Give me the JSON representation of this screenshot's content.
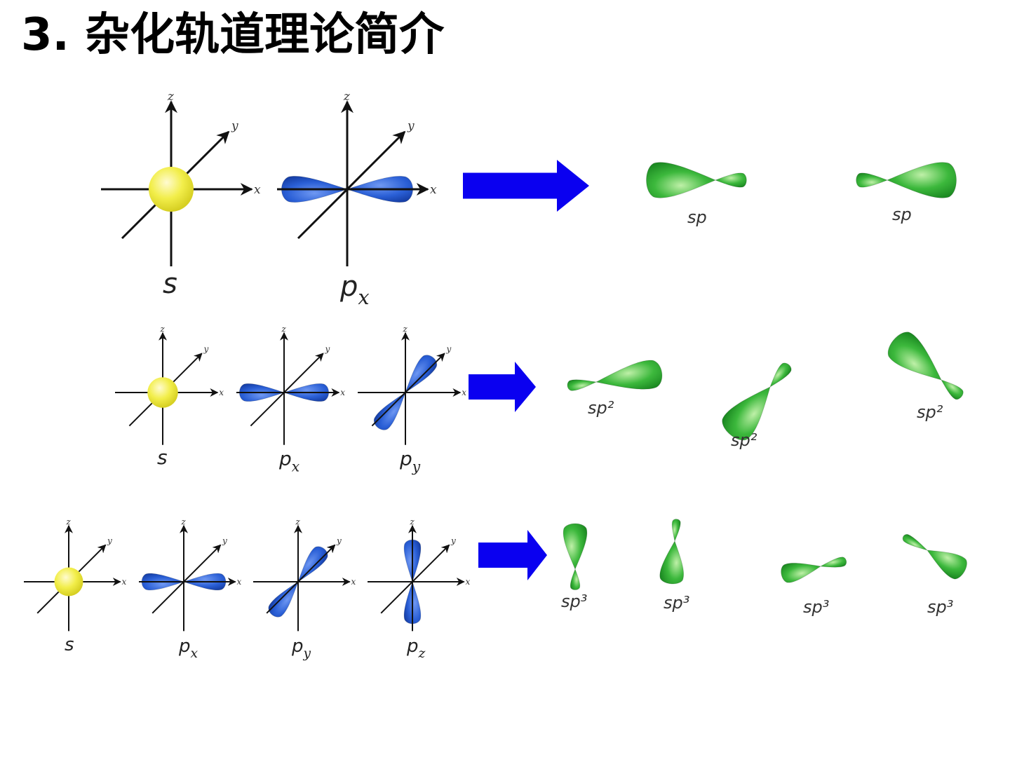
{
  "title": "3. 杂化轨道理论简介",
  "axis_labels": {
    "x": "x",
    "y": "y",
    "z": "z"
  },
  "row1": {
    "orbitals": [
      {
        "letter": "s",
        "sub": ""
      },
      {
        "letter": "p",
        "sub": "x"
      }
    ],
    "hybrids": [
      "sp",
      "sp"
    ]
  },
  "row2": {
    "orbitals": [
      {
        "letter": "s",
        "sub": ""
      },
      {
        "letter": "p",
        "sub": "x"
      },
      {
        "letter": "p",
        "sub": "y"
      }
    ],
    "hybrids": [
      "sp²",
      "sp²",
      "sp²"
    ]
  },
  "row3": {
    "orbitals": [
      {
        "letter": "s",
        "sub": ""
      },
      {
        "letter": "p",
        "sub": "x"
      },
      {
        "letter": "p",
        "sub": "y"
      },
      {
        "letter": "p",
        "sub": "z"
      }
    ],
    "hybrids": [
      "sp³",
      "sp³",
      "sp³",
      "sp³"
    ]
  },
  "colors": {
    "s_orbital": "#f2ee4a",
    "p_orbital": "#2a5fd6",
    "hybrid": "#2eaa2e",
    "arrow": "#0a00f0"
  }
}
